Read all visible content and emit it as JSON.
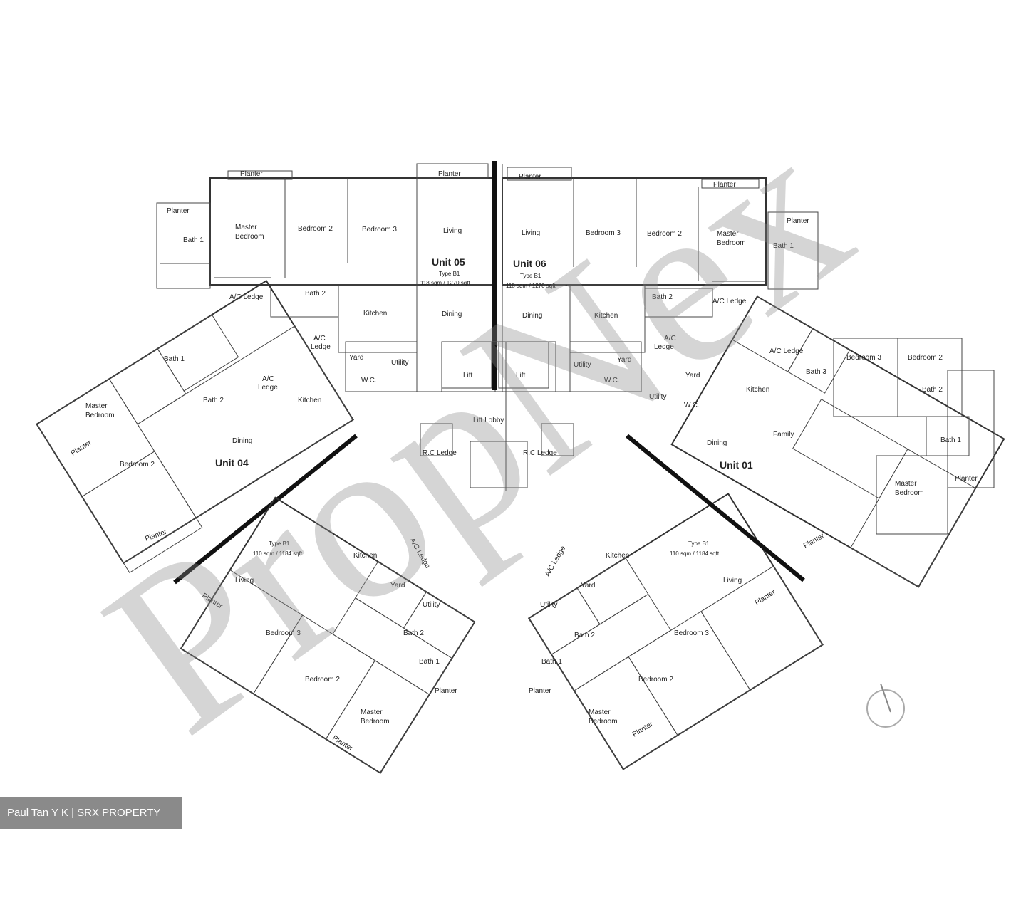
{
  "watermark": "PropNex",
  "credit": "Paul Tan Y K | SRX PROPERTY",
  "units": {
    "u05": {
      "name": "Unit 05",
      "type": "Type B1",
      "area": "118 sqm / 1270 sqft"
    },
    "u06": {
      "name": "Unit 06",
      "type": "Type B1",
      "area": "118 sqm / 1270 sqft"
    },
    "u04": {
      "name": "Unit 04"
    },
    "u03": {
      "type": "Type B1",
      "area": "110 sqm / 1184 sqft"
    },
    "u02": {
      "type": "Type B1",
      "area": "110 sqm / 1184 sqft"
    },
    "u01": {
      "name": "Unit 01"
    }
  },
  "rooms": {
    "planter": "Planter",
    "master_bedroom": "Master Bedroom",
    "master_bedroom_l1": "Master",
    "master_bedroom_l2": "Bedroom",
    "bedroom2": "Bedroom 2",
    "bedroom3": "Bedroom 3",
    "living": "Living",
    "dining": "Dining",
    "kitchen": "Kitchen",
    "yard": "Yard",
    "utility": "Utility",
    "wc": "W.C.",
    "bath1": "Bath 1",
    "bath2": "Bath 2",
    "bath3": "Bath 3",
    "ac_ledge": "A/C Ledge",
    "ac": "A/C",
    "ledge": "Ledge",
    "lift": "Lift",
    "lift_lobby": "Lift Lobby",
    "rc_ledge": "R.C Ledge",
    "family": "Family"
  }
}
